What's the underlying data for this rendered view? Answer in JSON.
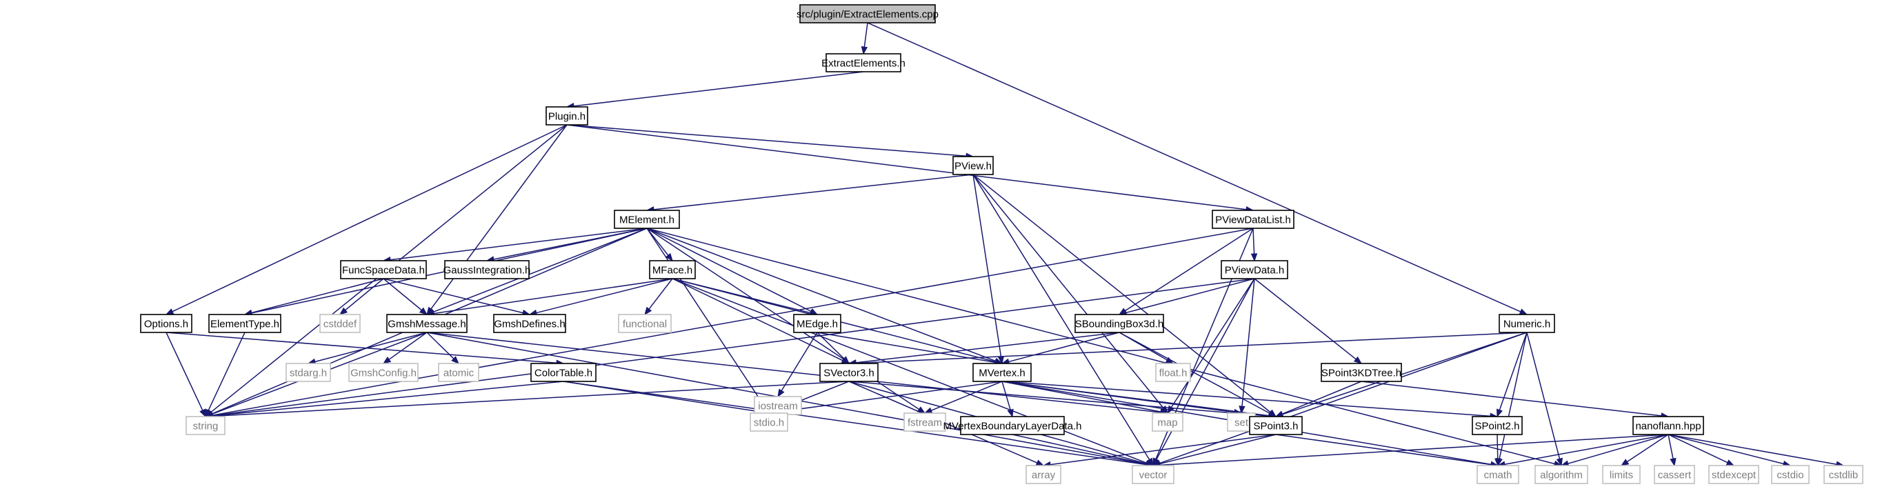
{
  "graph": {
    "root": "src/plugin/ExtractElements.cpp",
    "colors": {
      "edge": "#191970",
      "root_fill": "#bfbfbf",
      "project_border": "#000000",
      "external_border": "#bfbfbf",
      "external_text": "#7f7f7f"
    },
    "nodes": [
      {
        "id": "cpp",
        "label": "src/plugin/ExtractElements.cpp",
        "kind": "root"
      },
      {
        "id": "extract",
        "label": "ExtractElements.h",
        "kind": "proj"
      },
      {
        "id": "plugin",
        "label": "Plugin.h",
        "kind": "proj"
      },
      {
        "id": "pview",
        "label": "PView.h",
        "kind": "proj"
      },
      {
        "id": "numeric",
        "label": "Numeric.h",
        "kind": "proj"
      },
      {
        "id": "melement",
        "label": "MElement.h",
        "kind": "proj"
      },
      {
        "id": "pviewdatalist",
        "label": "PViewDataList.h",
        "kind": "proj"
      },
      {
        "id": "funcspace",
        "label": "FuncSpaceData.h",
        "kind": "proj"
      },
      {
        "id": "gaussint",
        "label": "GaussIntegration.h",
        "kind": "proj"
      },
      {
        "id": "mface",
        "label": "MFace.h",
        "kind": "proj"
      },
      {
        "id": "pviewdata",
        "label": "PViewData.h",
        "kind": "proj"
      },
      {
        "id": "options",
        "label": "Options.h",
        "kind": "proj"
      },
      {
        "id": "elemtype",
        "label": "ElementType.h",
        "kind": "proj"
      },
      {
        "id": "cstddef",
        "label": "cstddef",
        "kind": "ext"
      },
      {
        "id": "gmshmsg",
        "label": "GmshMessage.h",
        "kind": "proj"
      },
      {
        "id": "gmshdefines",
        "label": "GmshDefines.h",
        "kind": "proj"
      },
      {
        "id": "functional",
        "label": "functional",
        "kind": "ext"
      },
      {
        "id": "medge",
        "label": "MEdge.h",
        "kind": "proj"
      },
      {
        "id": "sbbox",
        "label": "SBoundingBox3d.h",
        "kind": "proj"
      },
      {
        "id": "stdarg",
        "label": "stdarg.h",
        "kind": "ext"
      },
      {
        "id": "gmshconfig",
        "label": "GmshConfig.h",
        "kind": "ext"
      },
      {
        "id": "atomic",
        "label": "atomic",
        "kind": "ext"
      },
      {
        "id": "colortable",
        "label": "ColorTable.h",
        "kind": "proj"
      },
      {
        "id": "iostream",
        "label": "iostream",
        "kind": "ext"
      },
      {
        "id": "svector3",
        "label": "SVector3.h",
        "kind": "proj"
      },
      {
        "id": "mvertex",
        "label": "MVertex.h",
        "kind": "proj"
      },
      {
        "id": "floath",
        "label": "float.h",
        "kind": "ext"
      },
      {
        "id": "spoint3kd",
        "label": "SPoint3KDTree.h",
        "kind": "proj"
      },
      {
        "id": "string",
        "label": "string",
        "kind": "ext"
      },
      {
        "id": "stdio",
        "label": "stdio.h",
        "kind": "ext"
      },
      {
        "id": "fstream",
        "label": "fstream",
        "kind": "ext"
      },
      {
        "id": "mvbl",
        "label": "MVertexBoundaryLayerData.h",
        "kind": "proj"
      },
      {
        "id": "map",
        "label": "map",
        "kind": "ext"
      },
      {
        "id": "set",
        "label": "set",
        "kind": "ext"
      },
      {
        "id": "spoint3",
        "label": "SPoint3.h",
        "kind": "proj"
      },
      {
        "id": "spoint2",
        "label": "SPoint2.h",
        "kind": "proj"
      },
      {
        "id": "nanoflann",
        "label": "nanoflann.hpp",
        "kind": "proj"
      },
      {
        "id": "array",
        "label": "array",
        "kind": "ext"
      },
      {
        "id": "vector",
        "label": "vector",
        "kind": "ext"
      },
      {
        "id": "cmath",
        "label": "cmath",
        "kind": "ext"
      },
      {
        "id": "algorithm",
        "label": "algorithm",
        "kind": "ext"
      },
      {
        "id": "limits",
        "label": "limits",
        "kind": "ext"
      },
      {
        "id": "cassert",
        "label": "cassert",
        "kind": "ext"
      },
      {
        "id": "stdexcept",
        "label": "stdexcept",
        "kind": "ext"
      },
      {
        "id": "cstdio",
        "label": "cstdio",
        "kind": "ext"
      },
      {
        "id": "cstdlib",
        "label": "cstdlib",
        "kind": "ext"
      }
    ],
    "edges": [
      [
        "cpp",
        "extract"
      ],
      [
        "cpp",
        "numeric"
      ],
      [
        "extract",
        "plugin"
      ],
      [
        "plugin",
        "pview"
      ],
      [
        "plugin",
        "pviewdatalist"
      ],
      [
        "plugin",
        "options"
      ],
      [
        "plugin",
        "gmshmsg"
      ],
      [
        "plugin",
        "string"
      ],
      [
        "pview",
        "melement"
      ],
      [
        "pview",
        "mvertex"
      ],
      [
        "pview",
        "spoint3"
      ],
      [
        "pview",
        "vector"
      ],
      [
        "pview",
        "map"
      ],
      [
        "melement",
        "funcspace"
      ],
      [
        "melement",
        "gaussint"
      ],
      [
        "melement",
        "mface"
      ],
      [
        "melement",
        "medge"
      ],
      [
        "melement",
        "mvertex"
      ],
      [
        "melement",
        "gmshmsg"
      ],
      [
        "melement",
        "elemtype"
      ],
      [
        "melement",
        "string"
      ],
      [
        "melement",
        "stdio"
      ],
      [
        "melement",
        "fstream"
      ],
      [
        "melement",
        "algorithm"
      ],
      [
        "pviewdatalist",
        "pviewdata"
      ],
      [
        "pviewdatalist",
        "sbbox"
      ],
      [
        "pviewdatalist",
        "vector"
      ],
      [
        "pviewdatalist",
        "string"
      ],
      [
        "funcspace",
        "elemtype"
      ],
      [
        "funcspace",
        "cstddef"
      ],
      [
        "funcspace",
        "gmshmsg"
      ],
      [
        "funcspace",
        "gmshdefines"
      ],
      [
        "mface",
        "gmshmsg"
      ],
      [
        "mface",
        "gmshdefines"
      ],
      [
        "mface",
        "functional"
      ],
      [
        "mface",
        "medge"
      ],
      [
        "mface",
        "mvertex"
      ],
      [
        "mface",
        "svector3"
      ],
      [
        "mface",
        "vector"
      ],
      [
        "pviewdata",
        "sbbox"
      ],
      [
        "pviewdata",
        "spoint3kd"
      ],
      [
        "pviewdata",
        "string"
      ],
      [
        "pviewdata",
        "map"
      ],
      [
        "pviewdata",
        "set"
      ],
      [
        "pviewdata",
        "vector"
      ],
      [
        "options",
        "colortable"
      ],
      [
        "options",
        "string"
      ],
      [
        "elemtype",
        "string"
      ],
      [
        "gmshmsg",
        "stdarg"
      ],
      [
        "gmshmsg",
        "gmshconfig"
      ],
      [
        "gmshmsg",
        "atomic"
      ],
      [
        "gmshmsg",
        "string"
      ],
      [
        "gmshmsg",
        "map"
      ],
      [
        "gmshmsg",
        "vector"
      ],
      [
        "medge",
        "iostream"
      ],
      [
        "medge",
        "svector3"
      ],
      [
        "medge",
        "mvertex"
      ],
      [
        "sbbox",
        "svector3"
      ],
      [
        "sbbox",
        "mvertex"
      ],
      [
        "sbbox",
        "floath"
      ],
      [
        "sbbox",
        "spoint3"
      ],
      [
        "colortable",
        "string"
      ],
      [
        "colortable",
        "stdio"
      ],
      [
        "colortable",
        "vector"
      ],
      [
        "svector3",
        "string"
      ],
      [
        "svector3",
        "stdio"
      ],
      [
        "svector3",
        "array"
      ],
      [
        "svector3",
        "vector"
      ],
      [
        "svector3",
        "spoint3"
      ],
      [
        "mvertex",
        "stdio"
      ],
      [
        "mvertex",
        "fstream"
      ],
      [
        "mvertex",
        "mvbl"
      ],
      [
        "mvertex",
        "map"
      ],
      [
        "mvertex",
        "set"
      ],
      [
        "mvertex",
        "spoint3"
      ],
      [
        "mvertex",
        "spoint2"
      ],
      [
        "mvertex",
        "cmath"
      ],
      [
        "spoint3kd",
        "spoint3"
      ],
      [
        "spoint3kd",
        "nanoflann"
      ],
      [
        "numeric",
        "svector3"
      ],
      [
        "numeric",
        "spoint3"
      ],
      [
        "numeric",
        "spoint2"
      ],
      [
        "numeric",
        "vector"
      ],
      [
        "numeric",
        "cmath"
      ],
      [
        "numeric",
        "algorithm"
      ],
      [
        "mvbl",
        "vector"
      ],
      [
        "spoint3",
        "array"
      ],
      [
        "spoint3",
        "vector"
      ],
      [
        "spoint3",
        "cmath"
      ],
      [
        "spoint2",
        "cmath"
      ],
      [
        "nanoflann",
        "vector"
      ],
      [
        "nanoflann",
        "cmath"
      ],
      [
        "nanoflann",
        "algorithm"
      ],
      [
        "nanoflann",
        "limits"
      ],
      [
        "nanoflann",
        "cassert"
      ],
      [
        "nanoflann",
        "stdexcept"
      ],
      [
        "nanoflann",
        "cstdio"
      ],
      [
        "nanoflann",
        "cstdlib"
      ]
    ]
  }
}
